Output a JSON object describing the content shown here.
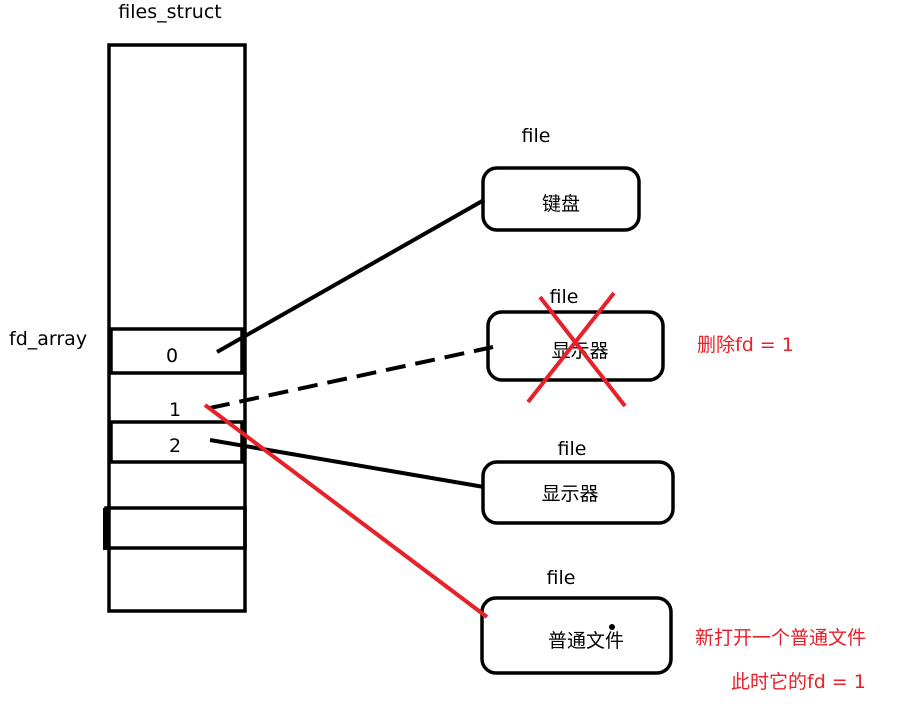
{
  "labels": {
    "struct_title": "files_struct",
    "fd_array": "fd_array",
    "fd0": "0",
    "fd1": "1",
    "fd2": "2"
  },
  "files": [
    {
      "heading": "file",
      "content": "键盘"
    },
    {
      "heading": "file",
      "content": "显示器"
    },
    {
      "heading": "file",
      "content": "显示器"
    },
    {
      "heading": "file",
      "content": "普通文件"
    }
  ],
  "annotations": {
    "delete": "删除fd = 1",
    "open_new": "新打开一个普通文件",
    "now_fd": "此时它的fd = 1"
  },
  "colors": {
    "line": "#000000",
    "accent": "#e8202a"
  }
}
